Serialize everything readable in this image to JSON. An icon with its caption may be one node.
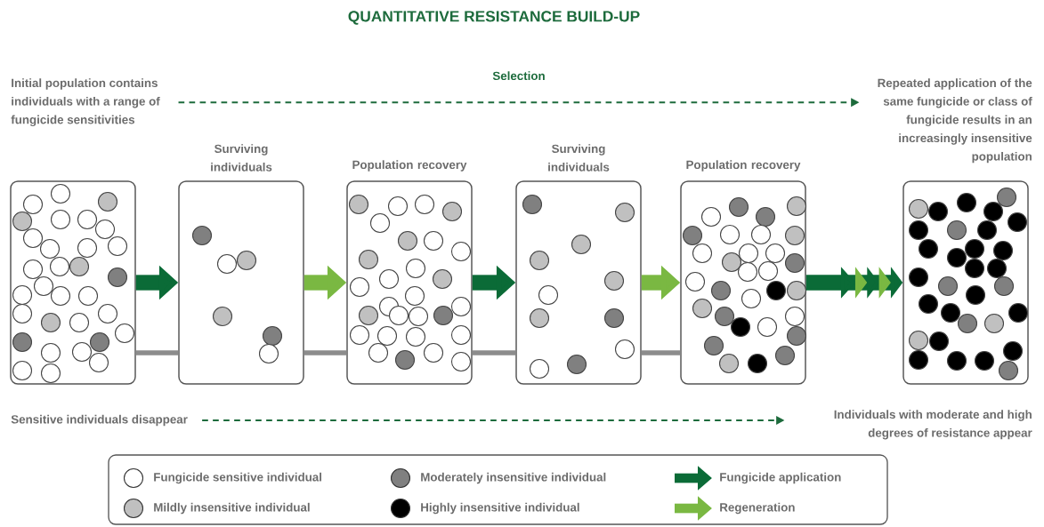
{
  "diagram": {
    "title": "QUANTITATIVE RESISTANCE BUILD-UP",
    "nodes": [
      {
        "text": [
          "Initial population contains individuals with a range of fungicide sensitivities"
        ]
      },
      {
        "text": [
          "Surviving individuals"
        ]
      },
      {
        "text": [
          "Population recovery"
        ]
      },
      {
        "text": [
          "Surviving individuals"
        ]
      },
      {
        "text": [
          "Population recovery"
        ]
      },
      {
        "text": [
          "Repeated application of the same fungicide or class of fungicide results in an increasingly insensitive population"
        ]
      },
      {
        "text": [
          "Sensitive individuals disappear"
        ]
      },
      {
        "text": [
          "Individuals with moderate and high degrees of resistance appear"
        ]
      }
    ],
    "edges": [
      {
        "from": 0,
        "to": 1,
        "arrow": "to",
        "style": "thick",
        "color": "#0b6b37"
      },
      {
        "from": 1,
        "to": 2,
        "arrow": "to",
        "style": "thick",
        "color": "#7ab842"
      },
      {
        "from": 2,
        "to": 3,
        "arrow": "to",
        "style": "thick",
        "color": "#0b6b37"
      },
      {
        "from": 3,
        "to": 4,
        "arrow": "to",
        "style": "thick",
        "color": "#7ab842"
      },
      {
        "from": 4,
        "to": 5,
        "arrow": "to",
        "style": "thick",
        "color": "#0b6b37"
      },
      {
        "from": 0,
        "to": 1,
        "arrow": "none",
        "color": "#8c8c8c"
      },
      {
        "from": 1,
        "to": 2,
        "arrow": "none",
        "color": "#8c8c8c"
      },
      {
        "from": 2,
        "to": 3,
        "arrow": "none",
        "color": "#8c8c8c"
      },
      {
        "from": 3,
        "to": 4,
        "arrow": "none",
        "color": "#8c8c8c"
      },
      {
        "from": 0,
        "to": 5,
        "arrow": "to",
        "style": "dashed",
        "label": "Selection",
        "color": "#1d6b3c"
      },
      {
        "from": 6,
        "to": 7,
        "arrow": "to",
        "style": "dashed",
        "color": "#1d6b3c"
      }
    ],
    "legend": [
      {
        "text": "Fungicide sensitive individual"
      },
      {
        "text": "Moderately insensitive individual",
        "color": "#808080"
      },
      {
        "text": "Fungicide application"
      },
      {
        "text": "Mildly insensitive individual",
        "color": "#c0c0c0"
      },
      {
        "text": "Highly insensitive individual",
        "color": "#000000"
      },
      {
        "text": "Regeneration"
      }
    ]
  }
}
